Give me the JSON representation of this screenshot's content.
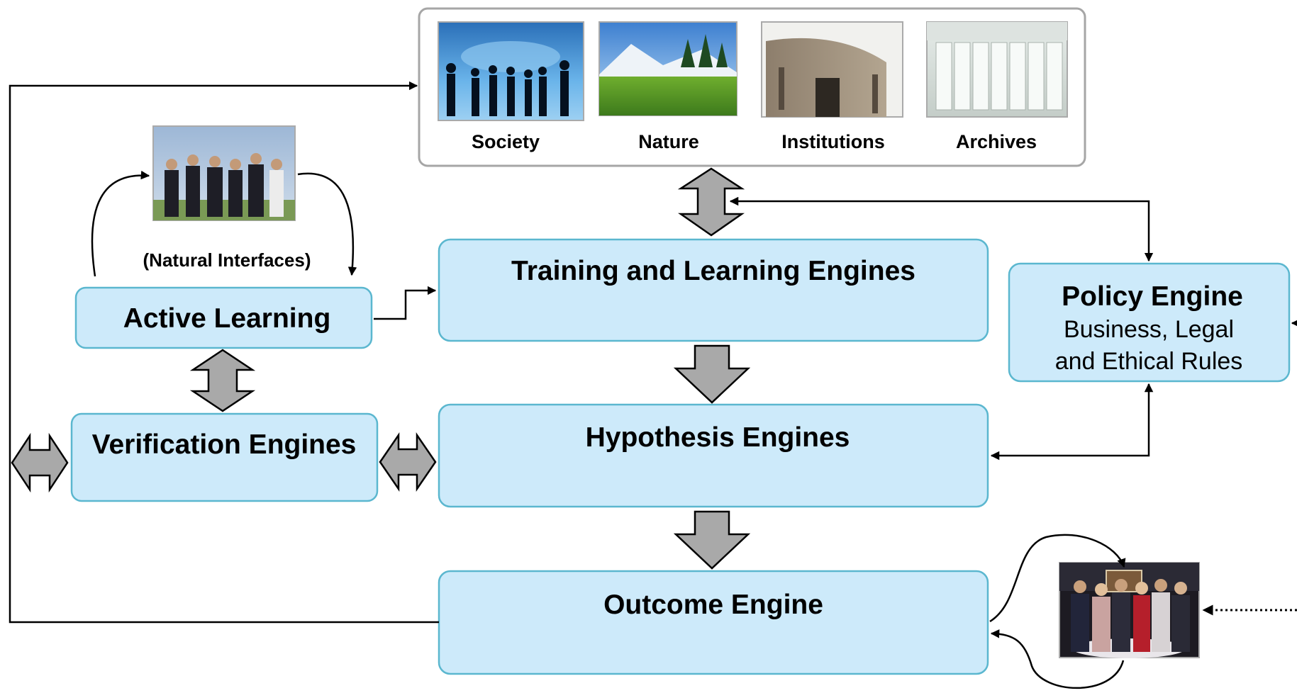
{
  "sources": {
    "items": [
      {
        "label": "Society",
        "icon": "society-silhouettes-photo"
      },
      {
        "label": "Nature",
        "icon": "nature-mountain-photo"
      },
      {
        "label": "Institutions",
        "icon": "institution-building-photo"
      },
      {
        "label": "Archives",
        "icon": "archives-server-room-photo"
      }
    ]
  },
  "natural_interfaces": {
    "label": "(Natural Interfaces)",
    "icon": "people-group-photo"
  },
  "engines": {
    "training": "Training and Learning Engines",
    "hypothesis": "Hypothesis Engines",
    "outcome": "Outcome Engine"
  },
  "active_learning": "Active Learning",
  "verification": "Verification Engines",
  "policy": {
    "title": "Policy Engine",
    "line1": "Business, Legal",
    "line2": "and Ethical Rules"
  },
  "stakeholders": {
    "icon": "business-team-photo"
  },
  "colors": {
    "box_fill": "#cdeafa",
    "box_border": "#5bb7cf",
    "block_arrow": "#a9a9a9",
    "connector": "#000000"
  }
}
